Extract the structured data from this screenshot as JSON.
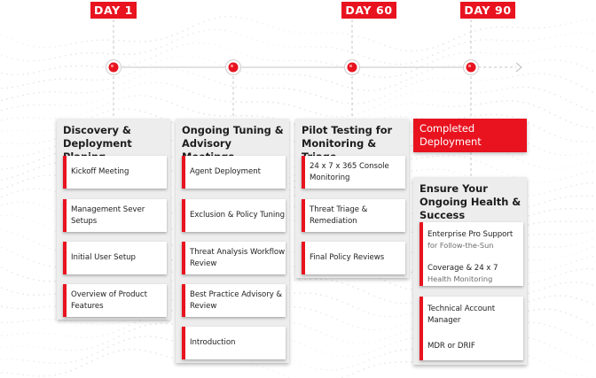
{
  "days": {
    "day1": "DAY 1",
    "day60": "DAY 60",
    "day90": "DAY 90"
  },
  "columns": [
    {
      "title": "Discovery & Deployment Planing",
      "items": [
        "Kickoff Meeting",
        "Management Sever Setups",
        "Initial User Setup",
        "Overview of Product Features"
      ]
    },
    {
      "title": "Ongoing Tuning & Advisory Meetings",
      "items": [
        "Agent Deployment",
        "Exclusion & Policy Tuning",
        "Threat Analysis Workflow Review",
        "Best Practice Advisory & Review",
        "Introduction"
      ]
    },
    {
      "title": "Pilot Testing for Monitoring & Triage",
      "items": [
        "24 x 7 x 365 Console Monitoring",
        "Threat Triage & Remediation",
        "Final Policy Reviews"
      ]
    }
  ],
  "completed": {
    "title": "Completed Deployment"
  },
  "health": {
    "title": "Ensure Your Ongoing Health & Success",
    "support": {
      "label1": "Enterprise Pro Support",
      "sub1": "for Follow-the-Sun",
      "label2": "Coverage & 24 x 7",
      "sub2": "Health Monitoring"
    },
    "account": {
      "label1": "Technical Account Manager",
      "label2": "MDR or DRIF"
    }
  },
  "colors": {
    "accent": "#e8131f",
    "panel": "#ededed",
    "line": "#c8c8c8"
  }
}
